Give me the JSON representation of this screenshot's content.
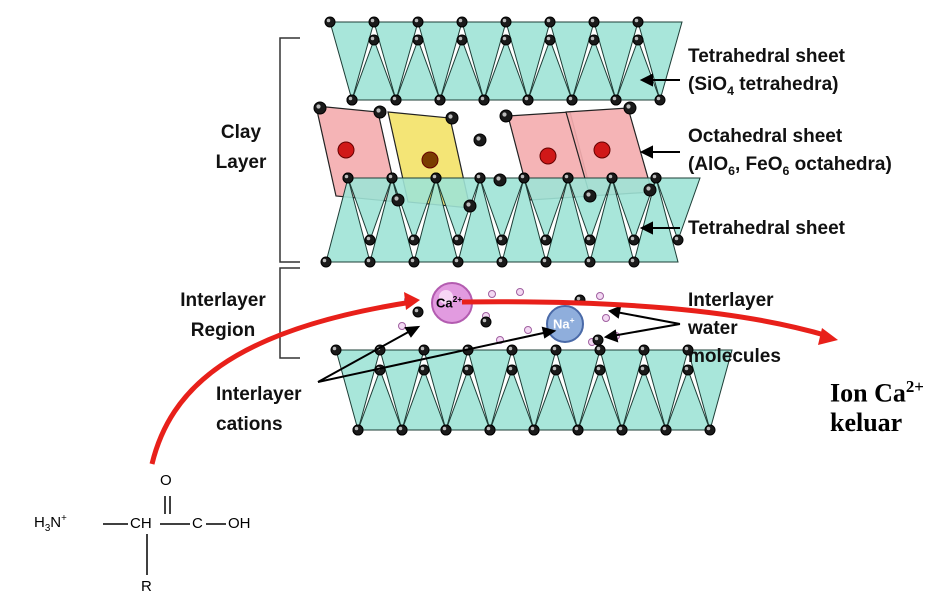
{
  "labels": {
    "tetra_top": "Tetrahedral sheet",
    "tetra_top_sub_pre": "(SiO",
    "tetra_top_sub_idx": "4",
    "tetra_top_sub_post": " tetrahedra)",
    "octa": "Octahedral sheet",
    "octa_sub_a": "(AlO",
    "octa_sub_a_idx": "6",
    "octa_sub_b": ", FeO",
    "octa_sub_b_idx": "6",
    "octa_sub_c": " octahedra)",
    "tetra_bottom": "Tetrahedral sheet",
    "clay_layer_1": "Clay",
    "clay_layer_2": "Layer",
    "interlayer_region_1": "Interlayer",
    "interlayer_region_2": "Region",
    "interlayer_water_1": "Interlayer",
    "interlayer_water_2": "water",
    "interlayer_water_3": "molecules",
    "interlayer_cations_1": "Interlayer",
    "interlayer_cations_2": "cations",
    "ion_ca": "Ion Ca",
    "ion_ca_charge": "2+",
    "keluar": "keluar",
    "ca_ion": "Ca",
    "ca_ion_charge": "2+",
    "na_ion": "Na",
    "na_ion_charge": "+"
  },
  "molecule": {
    "h3n": "H",
    "h3n_idx": "3",
    "h3n_n": "N",
    "h3n_charge": "+",
    "ch": "CH",
    "c": "C",
    "oh": "OH",
    "o": "O",
    "r": "R"
  },
  "colors": {
    "tetra": "#9fe3d6",
    "octa_pink": "#f4aeb0",
    "octa_yellow": "#f3e36a",
    "arrow_red": "#e8201a",
    "ca_ion": "#e29be0",
    "na_ion": "#8faedc"
  }
}
